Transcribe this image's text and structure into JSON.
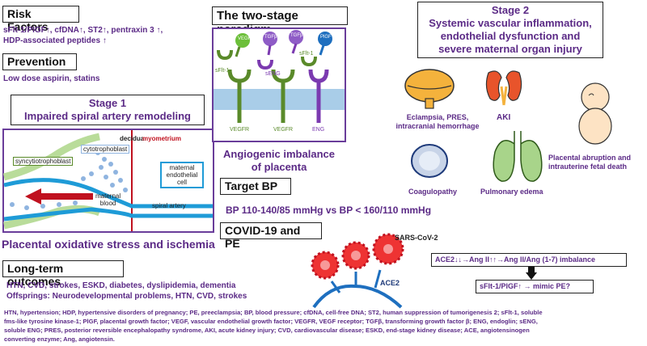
{
  "risk": {
    "title": "Risk Factors",
    "line1": "sFlt-1/PlGF↑, cfDNA↑, ST2↑, pentraxin 3 ↑,",
    "line2": "HDP-associated peptides ↑"
  },
  "prevention": {
    "title": "Prevention",
    "text": "Low dose aspirin, statins"
  },
  "stage1": {
    "title1": "Stage 1",
    "title2": "Impaired spiral artery remodeling",
    "labels": {
      "decidua": "decidua",
      "cytotrophoblast": "cytotrophoblast",
      "myometrium": "myometrium",
      "syncytiotrophoblast": "syncytiotrophoblast",
      "maternal_endothelial1": "maternal",
      "maternal_endothelial2": "endothelial",
      "maternal_endothelial3": "cell",
      "maternal_blood1": "maternal",
      "maternal_blood2": "blood",
      "spiral_artery": "spiral artery"
    },
    "caption": "Placental oxidative stress and ischemia"
  },
  "two_stage": {
    "title": "The two-stage paradigm",
    "ligands": [
      "VEGF",
      "TGFβ",
      "TGFβ",
      "PlGF"
    ],
    "soluble": [
      "sFlt-1",
      "sENG",
      "sFlt-1"
    ],
    "receptors": [
      "VEGFR",
      "VEGFR",
      "ENG"
    ],
    "caption1": "Angiogenic imbalance",
    "caption2": "of placenta"
  },
  "stage2": {
    "title1": "Stage 2",
    "title2": "Systemic vascular inflammation,",
    "title3": "endothelial dysfunction and",
    "title4": "severe maternal organ injury",
    "brain1": "Eclampsia, PRES,",
    "brain2": "intracranial hemorrhage",
    "aki": "AKI",
    "fetus1": "Placental abruption and",
    "fetus2": "intrauterine fetal death",
    "coag": "Coagulopathy",
    "lung": "Pulmonary edema"
  },
  "target": {
    "title": "Target BP",
    "text": "BP 110-140/85 mmHg vs BP < 160/110 mmHg"
  },
  "covid": {
    "title": "COVID-19 and PE",
    "virus": "SARS-CoV-2",
    "ace2": "ACE2",
    "box1": "ACE2↓↓→Ang II↑↑→Ang II/Ang (1-7) imbalance",
    "box2": "sFlt-1/PlGF↑ → mimic PE?"
  },
  "longterm": {
    "title": "Long-term outcomes",
    "line1": "HTN, CVD, strokes, ESKD, diabetes, dyslipidemia, dementia",
    "line2": "Offsprings: Neurodevelopmental problems, HTN, CVD, strokes"
  },
  "footnote": {
    "line1": "HTN, hypertension; HDP, hypertensive disorders of pregnancy; PE, preeclampsia; BP, blood pressure; cfDNA, cell-free DNA; ST2, human suppression of tumorigenesis 2; sFlt-1, soluble",
    "line2": "fms-like tyrosine kinase-1; PlGF, placental growth factor; VEGF, vascular endothelial growth factor; VEGFR, VEGF receptor; TGFβ, transforming growth factor β; ENG, endoglin; sENG,",
    "line3": "soluble ENG; PRES, posterior reversible encephalopathy syndrome, AKI, acute kidney injury; CVD, cardiovascular disease; ESKD, end-stage kidney disease; ACE, angiotensinogen",
    "line4": "converting enzyme; Ang, angiotensin."
  },
  "colors": {
    "accent": "#6a3d9a",
    "red": "#c0111f",
    "blue": "#1e9bd7",
    "green": "#5a8a2a",
    "orange": "#f0a020"
  }
}
